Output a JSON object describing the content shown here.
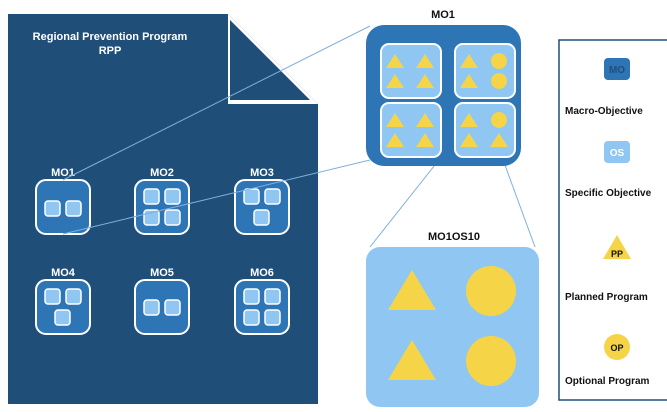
{
  "document": {
    "title_line1": "Regional Prevention Program",
    "title_line2": "RPP"
  },
  "macro_objectives": [
    {
      "label": "MO1",
      "specific_objectives": 2
    },
    {
      "label": "MO2",
      "specific_objectives": 4
    },
    {
      "label": "MO3",
      "specific_objectives": 3
    },
    {
      "label": "MO4",
      "specific_objectives": 3
    },
    {
      "label": "MO5",
      "specific_objectives": 2
    },
    {
      "label": "MO6",
      "specific_objectives": 4
    }
  ],
  "zoom_mo": {
    "label": "MO1",
    "specific_objectives": 4,
    "contents": [
      "triangle",
      "triangle",
      "triangle",
      "triangle"
    ]
  },
  "zoom_os": {
    "label": "MO1OS10",
    "contents": [
      "triangle",
      "circle",
      "triangle",
      "circle"
    ]
  },
  "legend": [
    {
      "symbol": "MO",
      "shape": "square-dark",
      "label": "Macro-Objective"
    },
    {
      "symbol": "OS",
      "shape": "square-light",
      "label": "Specific Objective"
    },
    {
      "symbol": "PP",
      "shape": "triangle",
      "label": "Planned Program"
    },
    {
      "symbol": "OP",
      "shape": "circle",
      "label": "Optional Program"
    }
  ],
  "colors": {
    "doc_background": "#1f4e79",
    "macro_objective": "#2e75b6",
    "specific_objective": "#8fc6f2",
    "program": "#f5d547",
    "legend_border": "#1f4e79",
    "connector": "#7fb0dd"
  }
}
